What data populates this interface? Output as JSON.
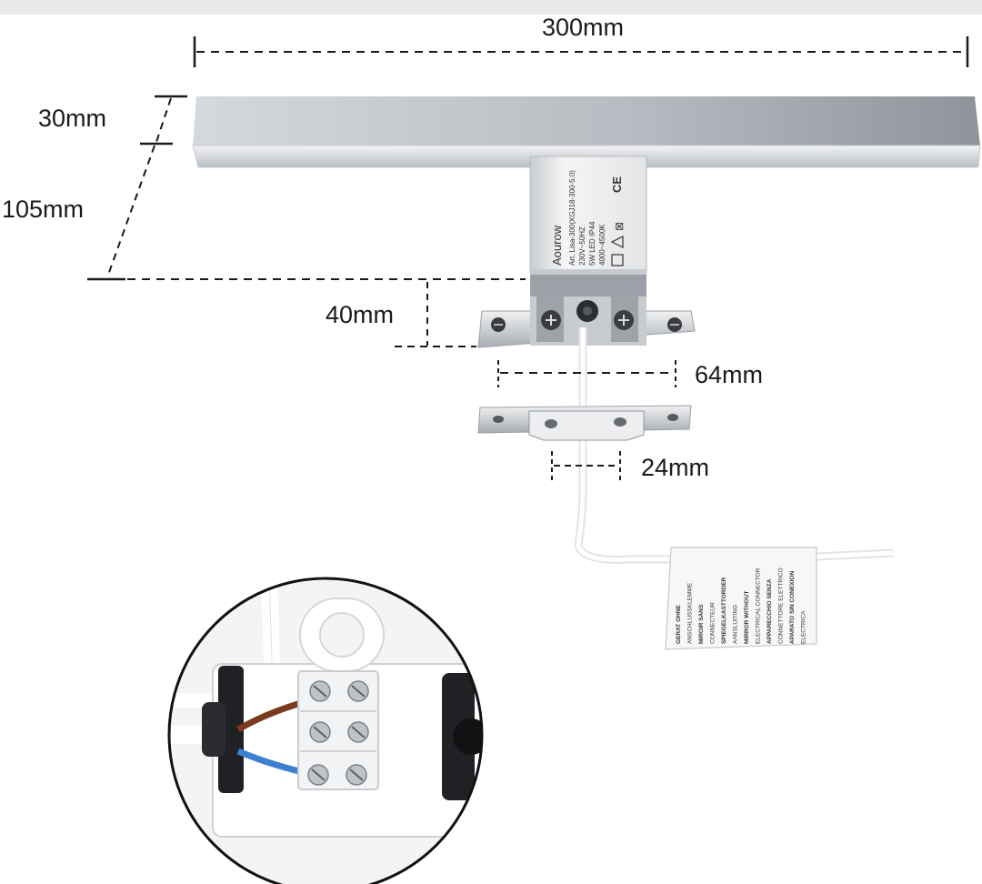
{
  "dimensions": {
    "width": "300mm",
    "bar_thickness": "30mm",
    "depth": "105mm",
    "box_height": "40mm",
    "mount_span": "64mm",
    "clip_width": "24mm"
  },
  "box_label": {
    "brand": "Aourow",
    "art": "Art. Lisa-300(XGJ18-300-5.0)",
    "voltage": "230V~50HZ",
    "power": "5W LED IP44",
    "temp": "4000~4500K",
    "ce": "CE"
  },
  "connector_label": {
    "lines": [
      "GERAT OHNE",
      "ANSCHLUSSKLEMME",
      "MIROIR SANS",
      "CONNECTEUR",
      "SPIEGELKASTTORDER",
      "AANSLUITING",
      "MIRROR WITHOUT",
      "ELECTRICAL CONNECTOR",
      "APPARECCHIO SENZA",
      "CONNETTORE ELETTRICO",
      "APARATO SIN CONEXION",
      "ELECTRICA"
    ]
  },
  "colors": {
    "dim_line": "#1a1a1a",
    "metal_light": "#e6e8ea",
    "metal_dark": "#9aa0a6",
    "wire_brown": "#7a3a1e",
    "wire_blue": "#3d7fd1"
  }
}
